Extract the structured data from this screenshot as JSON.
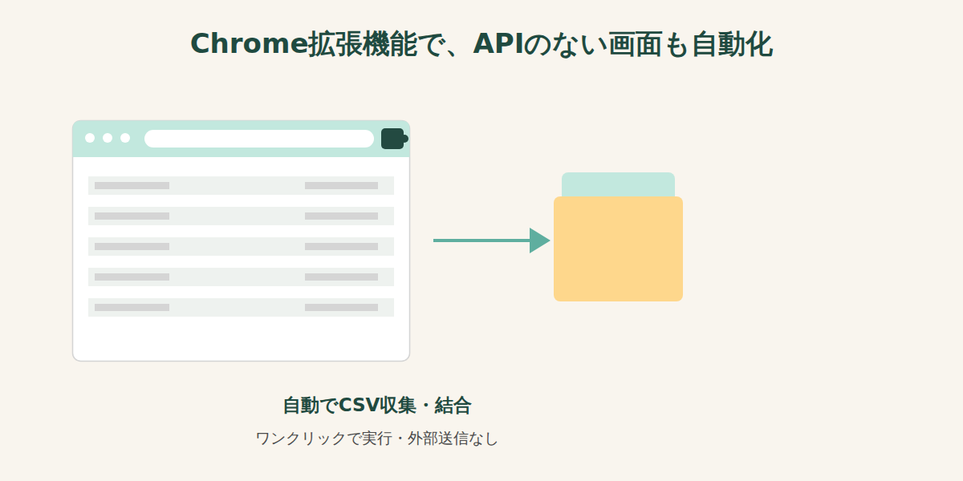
{
  "diagram": {
    "title": "Chrome拡張機能で、APIのない画面も自動化",
    "labels": [
      "自動でCSV収集・結合",
      "ワンクリックで実行・外部送信なし"
    ]
  }
}
